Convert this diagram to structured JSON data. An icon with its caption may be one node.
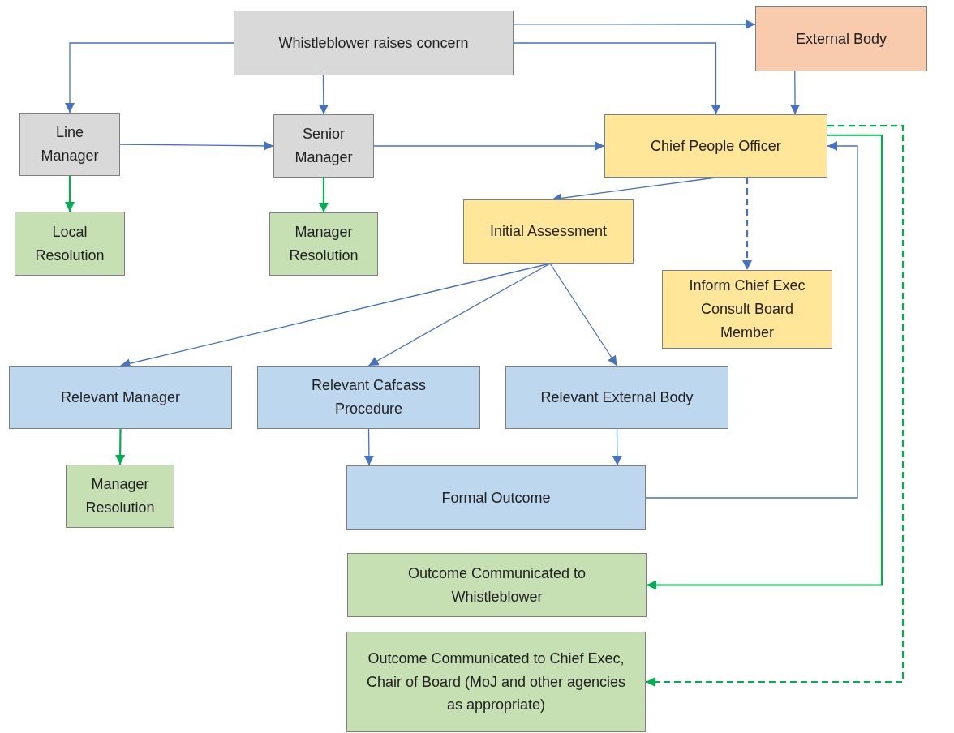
{
  "diagram": {
    "nodes": [
      {
        "text": [
          "Whistleblower raises concern"
        ]
      },
      {
        "text": [
          "External Body"
        ]
      },
      {
        "text": [
          "Line Manager"
        ]
      },
      {
        "text": [
          "Senior Manager"
        ]
      },
      {
        "text": [
          "Chief People Officer"
        ]
      },
      {
        "text": [
          "Local Resolution"
        ]
      },
      {
        "text": [
          "Manager Resolution"
        ]
      },
      {
        "text": [
          "Initial Assessment"
        ]
      },
      {
        "text": [
          "Inform Chief Exec Consult Board Member"
        ]
      },
      {
        "text": [
          "Relevant Manager"
        ]
      },
      {
        "text": [
          "Relevant Cafcass Procedure"
        ]
      },
      {
        "text": [
          "Relevant External Body"
        ]
      },
      {
        "text": [
          "Manager Resolution"
        ]
      },
      {
        "text": [
          "Formal Outcome"
        ]
      },
      {
        "text": [
          "Outcome Communicated to Whistleblower"
        ]
      },
      {
        "text": [
          "Outcome Communicated to Chief Exec, Chair of Board (MoJ and other agencies as appropriate)"
        ]
      }
    ],
    "edges": [
      {
        "from": 0,
        "to": 1,
        "arrow": "to"
      },
      {
        "from": 0,
        "to": 2,
        "arrow": "to"
      },
      {
        "from": 0,
        "to": 3,
        "arrow": "to"
      },
      {
        "from": 0,
        "to": 4,
        "arrow": "to"
      },
      {
        "from": 1,
        "to": 4,
        "arrow": "to"
      },
      {
        "from": 2,
        "to": 3,
        "arrow": "to"
      },
      {
        "from": 3,
        "to": 4,
        "arrow": "to"
      },
      {
        "from": 2,
        "to": 5,
        "arrow": "to",
        "color": "#00b050"
      },
      {
        "from": 3,
        "to": 6,
        "arrow": "to",
        "color": "#00b050"
      },
      {
        "from": 4,
        "to": 7,
        "arrow": "to"
      },
      {
        "from": 4,
        "to": 8,
        "arrow": "to",
        "style": "dashed"
      },
      {
        "from": 7,
        "to": 9,
        "arrow": "to"
      },
      {
        "from": 7,
        "to": 10,
        "arrow": "to"
      },
      {
        "from": 7,
        "to": 11,
        "arrow": "to"
      },
      {
        "from": 9,
        "to": 12,
        "arrow": "to",
        "color": "#00b050"
      },
      {
        "from": 10,
        "to": 13,
        "arrow": "to"
      },
      {
        "from": 11,
        "to": 13,
        "arrow": "to"
      },
      {
        "from": 13,
        "to": 4,
        "arrow": "to"
      },
      {
        "from": 4,
        "to": 14,
        "arrow": "to",
        "color": "#00b050"
      },
      {
        "from": 4,
        "to": 15,
        "arrow": "to",
        "style": "dashed",
        "color": "#00b050"
      }
    ]
  }
}
